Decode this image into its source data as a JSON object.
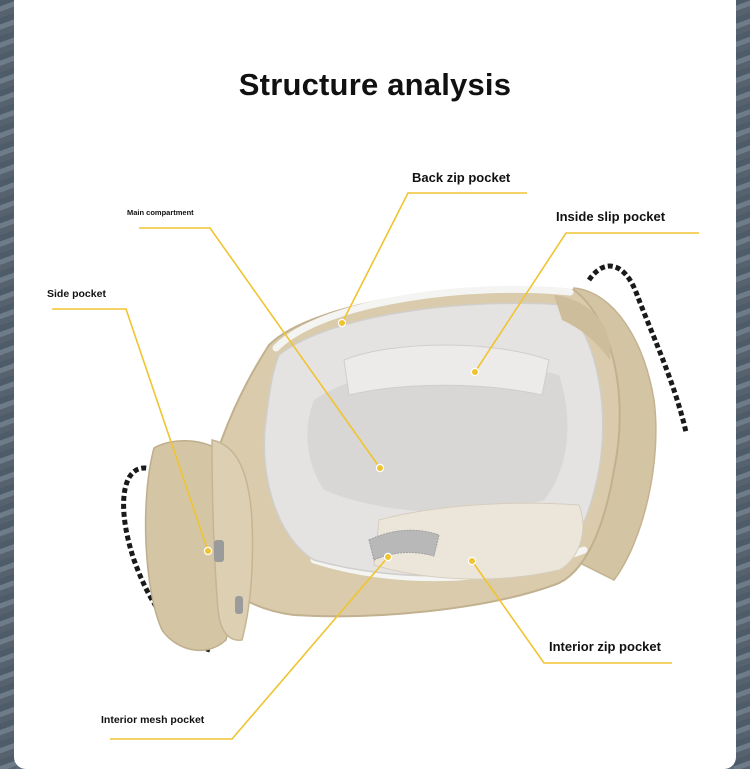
{
  "title": "Structure analysis",
  "labels": {
    "back_zip": "Back zip pocket",
    "main_compartment": "Main compartment",
    "inside_slip": "Inside slip pocket",
    "side_pocket": "Side pocket",
    "interior_zip": "Interior zip pocket",
    "interior_mesh": "Interior mesh pocket"
  },
  "colors": {
    "leader": "#f0c430",
    "bag_shell": "#d9cbac",
    "bag_lining": "#e4e3e1",
    "cord": "#1a1a1a"
  }
}
